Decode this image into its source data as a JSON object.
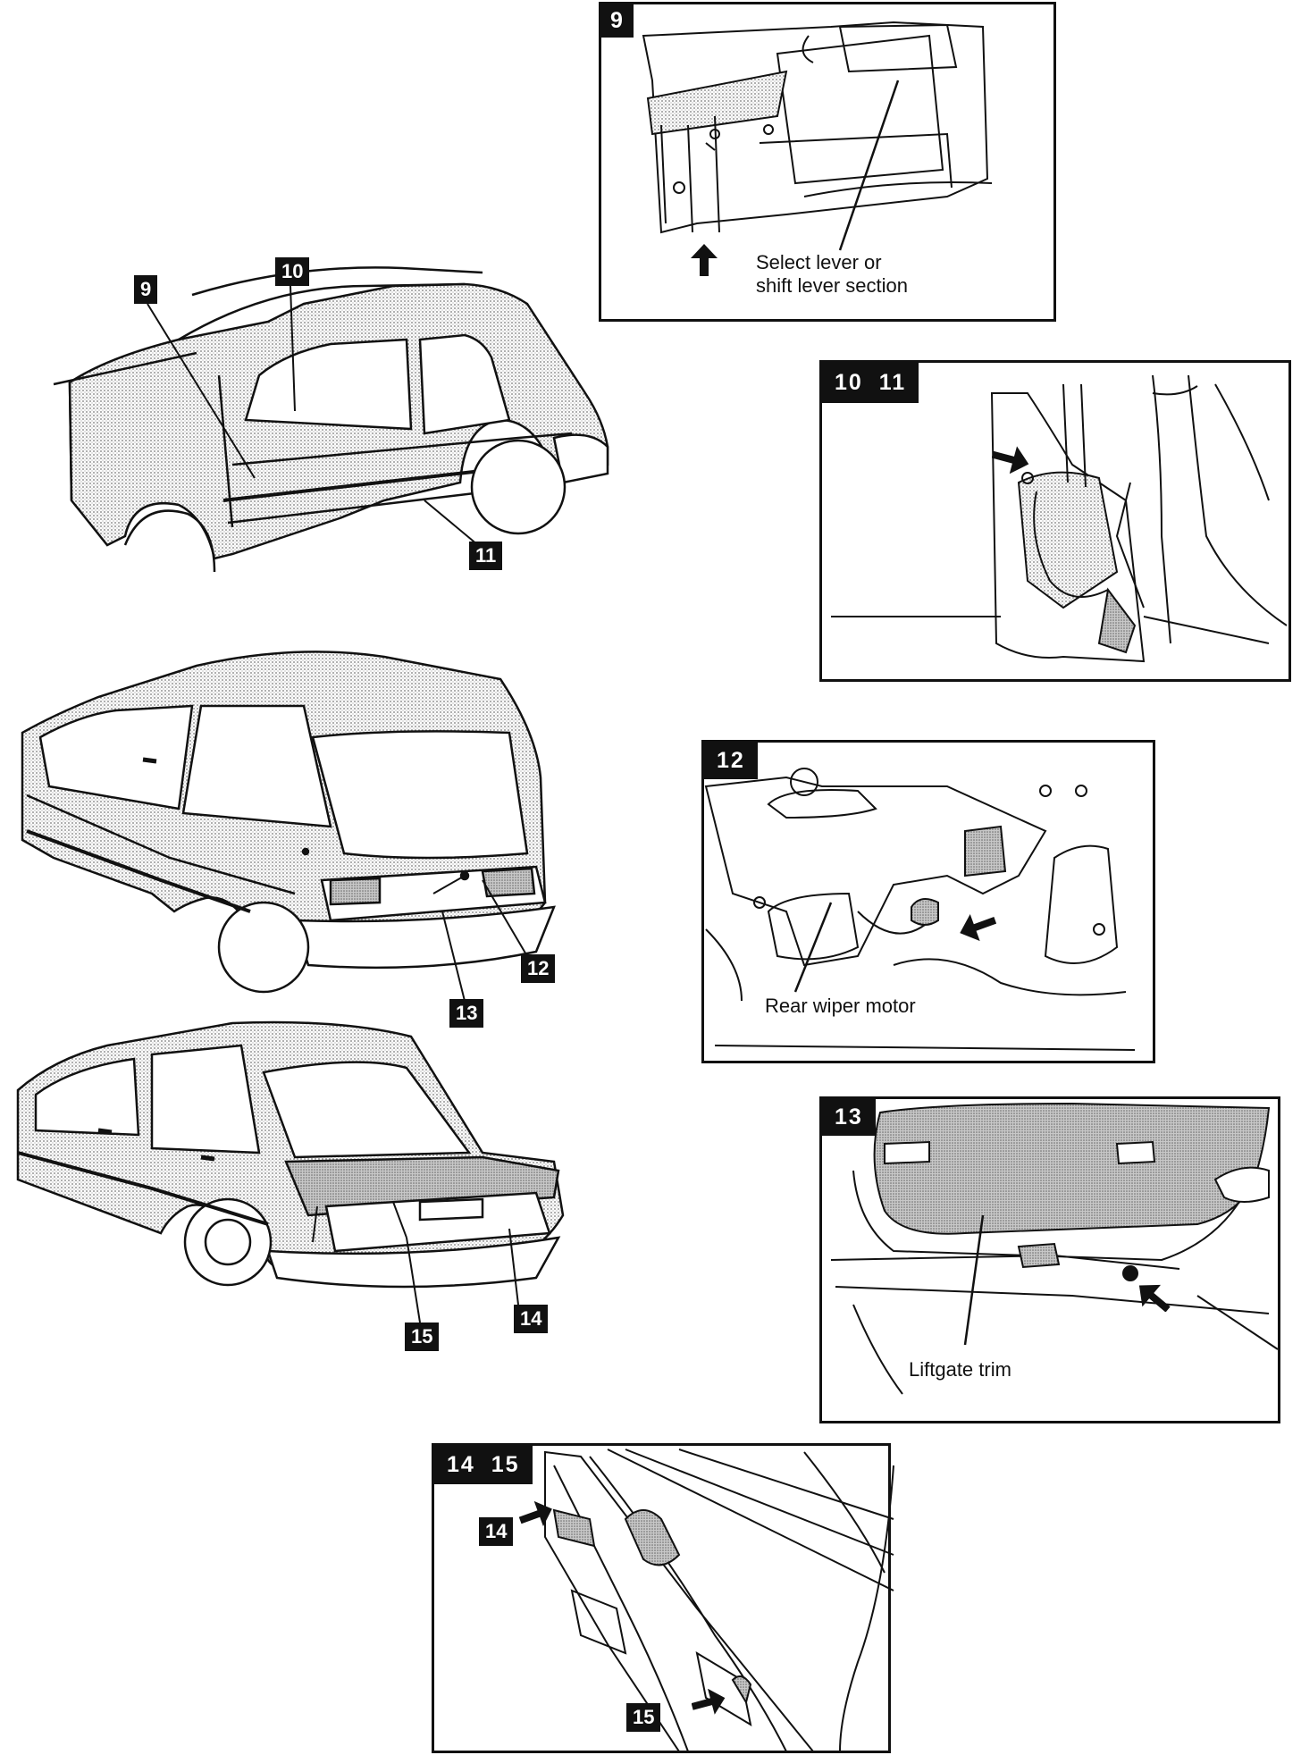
{
  "callouts": {
    "c9": "9",
    "c10": "10",
    "c11": "11",
    "c12": "12",
    "c13": "13",
    "c14": "14",
    "c15": "15"
  },
  "panels": {
    "p9": {
      "tag": "9",
      "caption_line1": "Select lever or",
      "caption_line2": "shift lever section"
    },
    "p10_11": {
      "tag": "10  11"
    },
    "p12": {
      "tag": "12",
      "caption": "Rear wiper motor"
    },
    "p13": {
      "tag": "13",
      "caption": "Liftgate trim"
    },
    "p14_15": {
      "tag": "14  15",
      "label14": "14",
      "label15": "15"
    }
  },
  "icons": [
    "arrow-icon"
  ],
  "colors": {
    "ink": "#111111",
    "paper": "#ffffff",
    "shade": "#b9b9b9"
  }
}
